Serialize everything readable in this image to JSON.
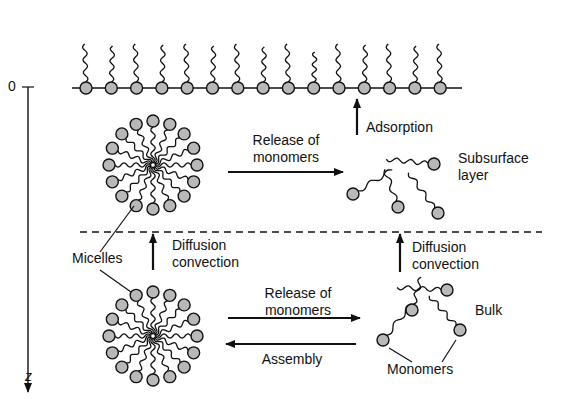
{
  "diagram": {
    "labels": [
      "0",
      "Release of monomers",
      "Adsorption",
      "Subsurface layer",
      "Micelles",
      "Diffusion convection",
      "Diffusion convection",
      "Release of monomers",
      "Bulk",
      "Assembly",
      "Monomers",
      "z"
    ]
  }
}
